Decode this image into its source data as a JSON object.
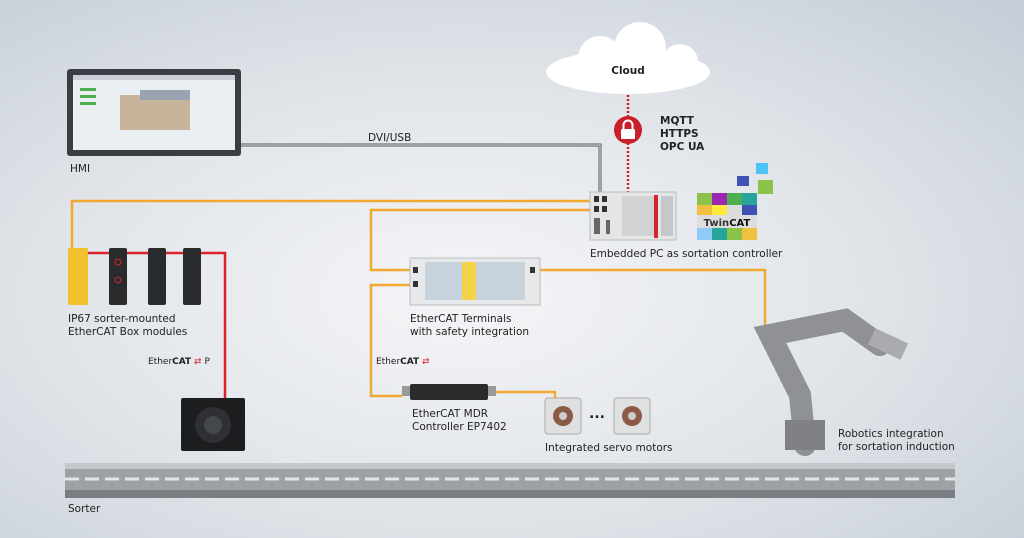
{
  "cloud": {
    "label": "Cloud"
  },
  "protocols": [
    "MQTT",
    "HTTPS",
    "OPC UA"
  ],
  "hmi": {
    "label": "HMI"
  },
  "dvi_usb": {
    "label": "DVI/USB"
  },
  "embedded_pc": {
    "label": "Embedded PC as sortation controller"
  },
  "twincat": {
    "logo": "TwinCAT"
  },
  "box_modules": {
    "label_lines": [
      "IP67 sorter-mounted",
      "EtherCAT Box modules"
    ]
  },
  "ethercat_p": {
    "logo": "EtherCAT P"
  },
  "terminals": {
    "label_lines": [
      "EtherCAT Terminals",
      "with safety integration"
    ]
  },
  "ethercat": {
    "logo": "EtherCAT"
  },
  "mdr": {
    "label_lines": [
      "EtherCAT MDR",
      "Controller EP7402"
    ]
  },
  "servos": {
    "label": "Integrated servo motors",
    "ellipsis": "..."
  },
  "robot": {
    "label_lines": [
      "Robotics integration",
      "for sortation induction"
    ]
  },
  "sorter": {
    "label": "Sorter"
  },
  "colors": {
    "ethercat_line": "#f0a830",
    "ethercat_p_line": "#d8232a",
    "cloud_link": "#c8202a",
    "dvi_line": "#555a60"
  }
}
